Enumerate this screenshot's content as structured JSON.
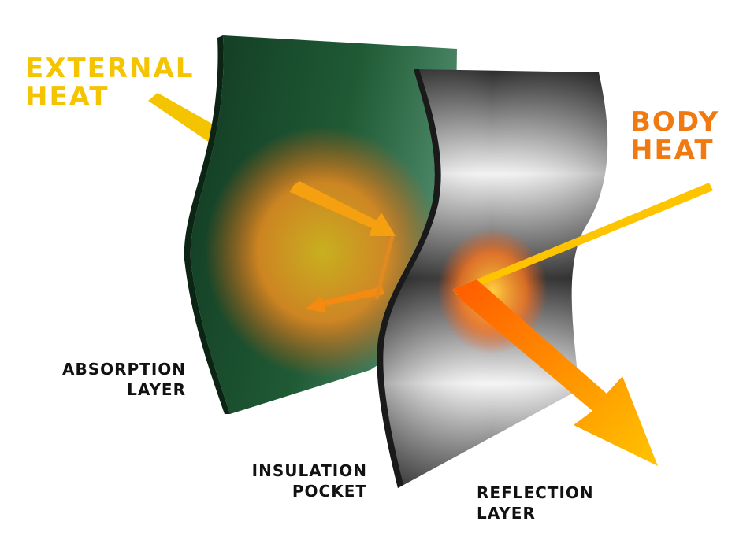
{
  "labels": {
    "external_heat": [
      "EXTERNAL",
      "HEAT"
    ],
    "body_heat": [
      "BODY",
      "HEAT"
    ],
    "absorption_layer": [
      "ABSORPTION",
      "LAYER"
    ],
    "insulation_pocket": [
      "INSULATION",
      "POCKET"
    ],
    "reflection_layer": [
      "REFLECTION",
      "LAYER"
    ]
  },
  "colors": {
    "external_heat": "#f5c400",
    "body_heat": "#f07a10",
    "absorption_layer": "#1f5a35",
    "text": "#111111"
  }
}
